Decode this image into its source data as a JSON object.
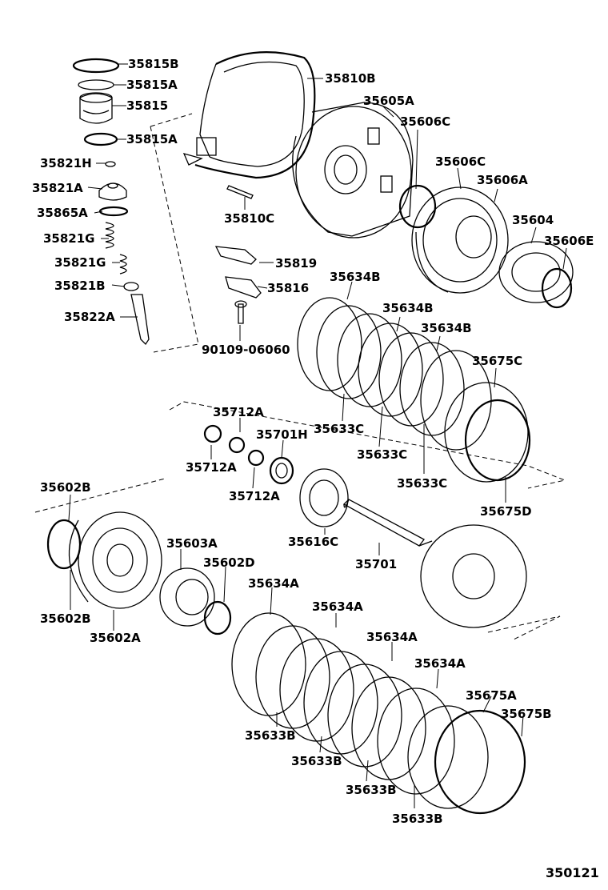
{
  "figure_number": "350121",
  "labels": {
    "l35815b": "35815B",
    "l35815a_1": "35815A",
    "l35815": "35815",
    "l35815a_2": "35815A",
    "l35821h": "35821H",
    "l35821a": "35821A",
    "l35865a": "35865A",
    "l35821g_1": "35821G",
    "l35821g_2": "35821G",
    "l35821b": "35821B",
    "l35822a": "35822A",
    "l35810b": "35810B",
    "l35810c": "35810C",
    "l35819": "35819",
    "l35816": "35816",
    "l90109": "90109-06060",
    "l35605a": "35605A",
    "l35606c_1": "35606C",
    "l35606c_2": "35606C",
    "l35606a": "35606A",
    "l35604": "35604",
    "l35606e": "35606E",
    "l35634b_1": "35634B",
    "l35634b_2": "35634B",
    "l35634b_3": "35634B",
    "l35675c": "35675C",
    "l35633c_1": "35633C",
    "l35633c_2": "35633C",
    "l35633c_3": "35633C",
    "l35675d": "35675D",
    "l35712a_1": "35712A",
    "l35712a_2": "35712A",
    "l35712a_3": "35712A",
    "l35701h": "35701H",
    "l35616c": "35616C",
    "l35701": "35701",
    "l35602b_1": "35602B",
    "l35602b_2": "35602B",
    "l35602a": "35602A",
    "l35603a": "35603A",
    "l35602d": "35602D",
    "l35634a_1": "35634A",
    "l35634a_2": "35634A",
    "l35634a_3": "35634A",
    "l35634a_4": "35634A",
    "l35675a": "35675A",
    "l35675b": "35675B",
    "l35633b_1": "35633B",
    "l35633b_2": "35633B",
    "l35633b_3": "35633B",
    "l35633b_4": "35633B"
  }
}
